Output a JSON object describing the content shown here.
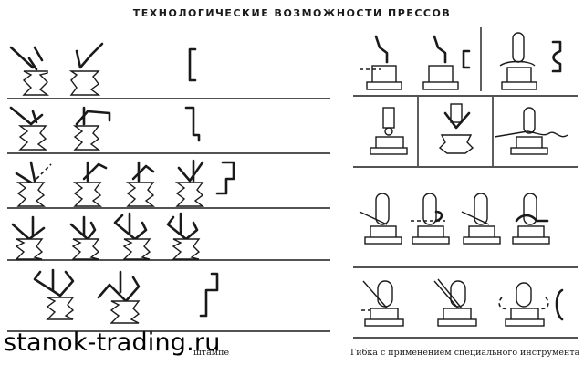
{
  "title": "ТЕХНОЛОГИЧЕСКИЕ ВОЗМОЖНОСТИ ПРЕССОВ",
  "caption_left": "штампе",
  "caption_right": "Гибка с применением специального инструмента",
  "watermark": "stanok-trading.ru"
}
